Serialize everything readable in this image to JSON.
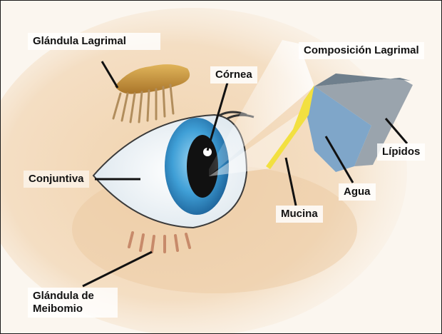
{
  "labels": {
    "glandula_lagrimal": "Glándula Lagrimal",
    "composicion_lagrimal": "Composición Lagrimal",
    "cornea": "Córnea",
    "conjuntiva": "Conjuntiva",
    "lipidos": "Lípidos",
    "agua": "Agua",
    "mucina": "Mucina",
    "glandula_meibomio": "Glándula de Meibomio"
  },
  "colors": {
    "skin": "#f2d9b8",
    "iris": "#3f9fd6",
    "pupil": "#111111",
    "gland": "#c9953a",
    "mucina_layer": "#f2e040",
    "agua_layer": "#7fa6c9",
    "lipidos_layer": "#9aa4ad"
  }
}
